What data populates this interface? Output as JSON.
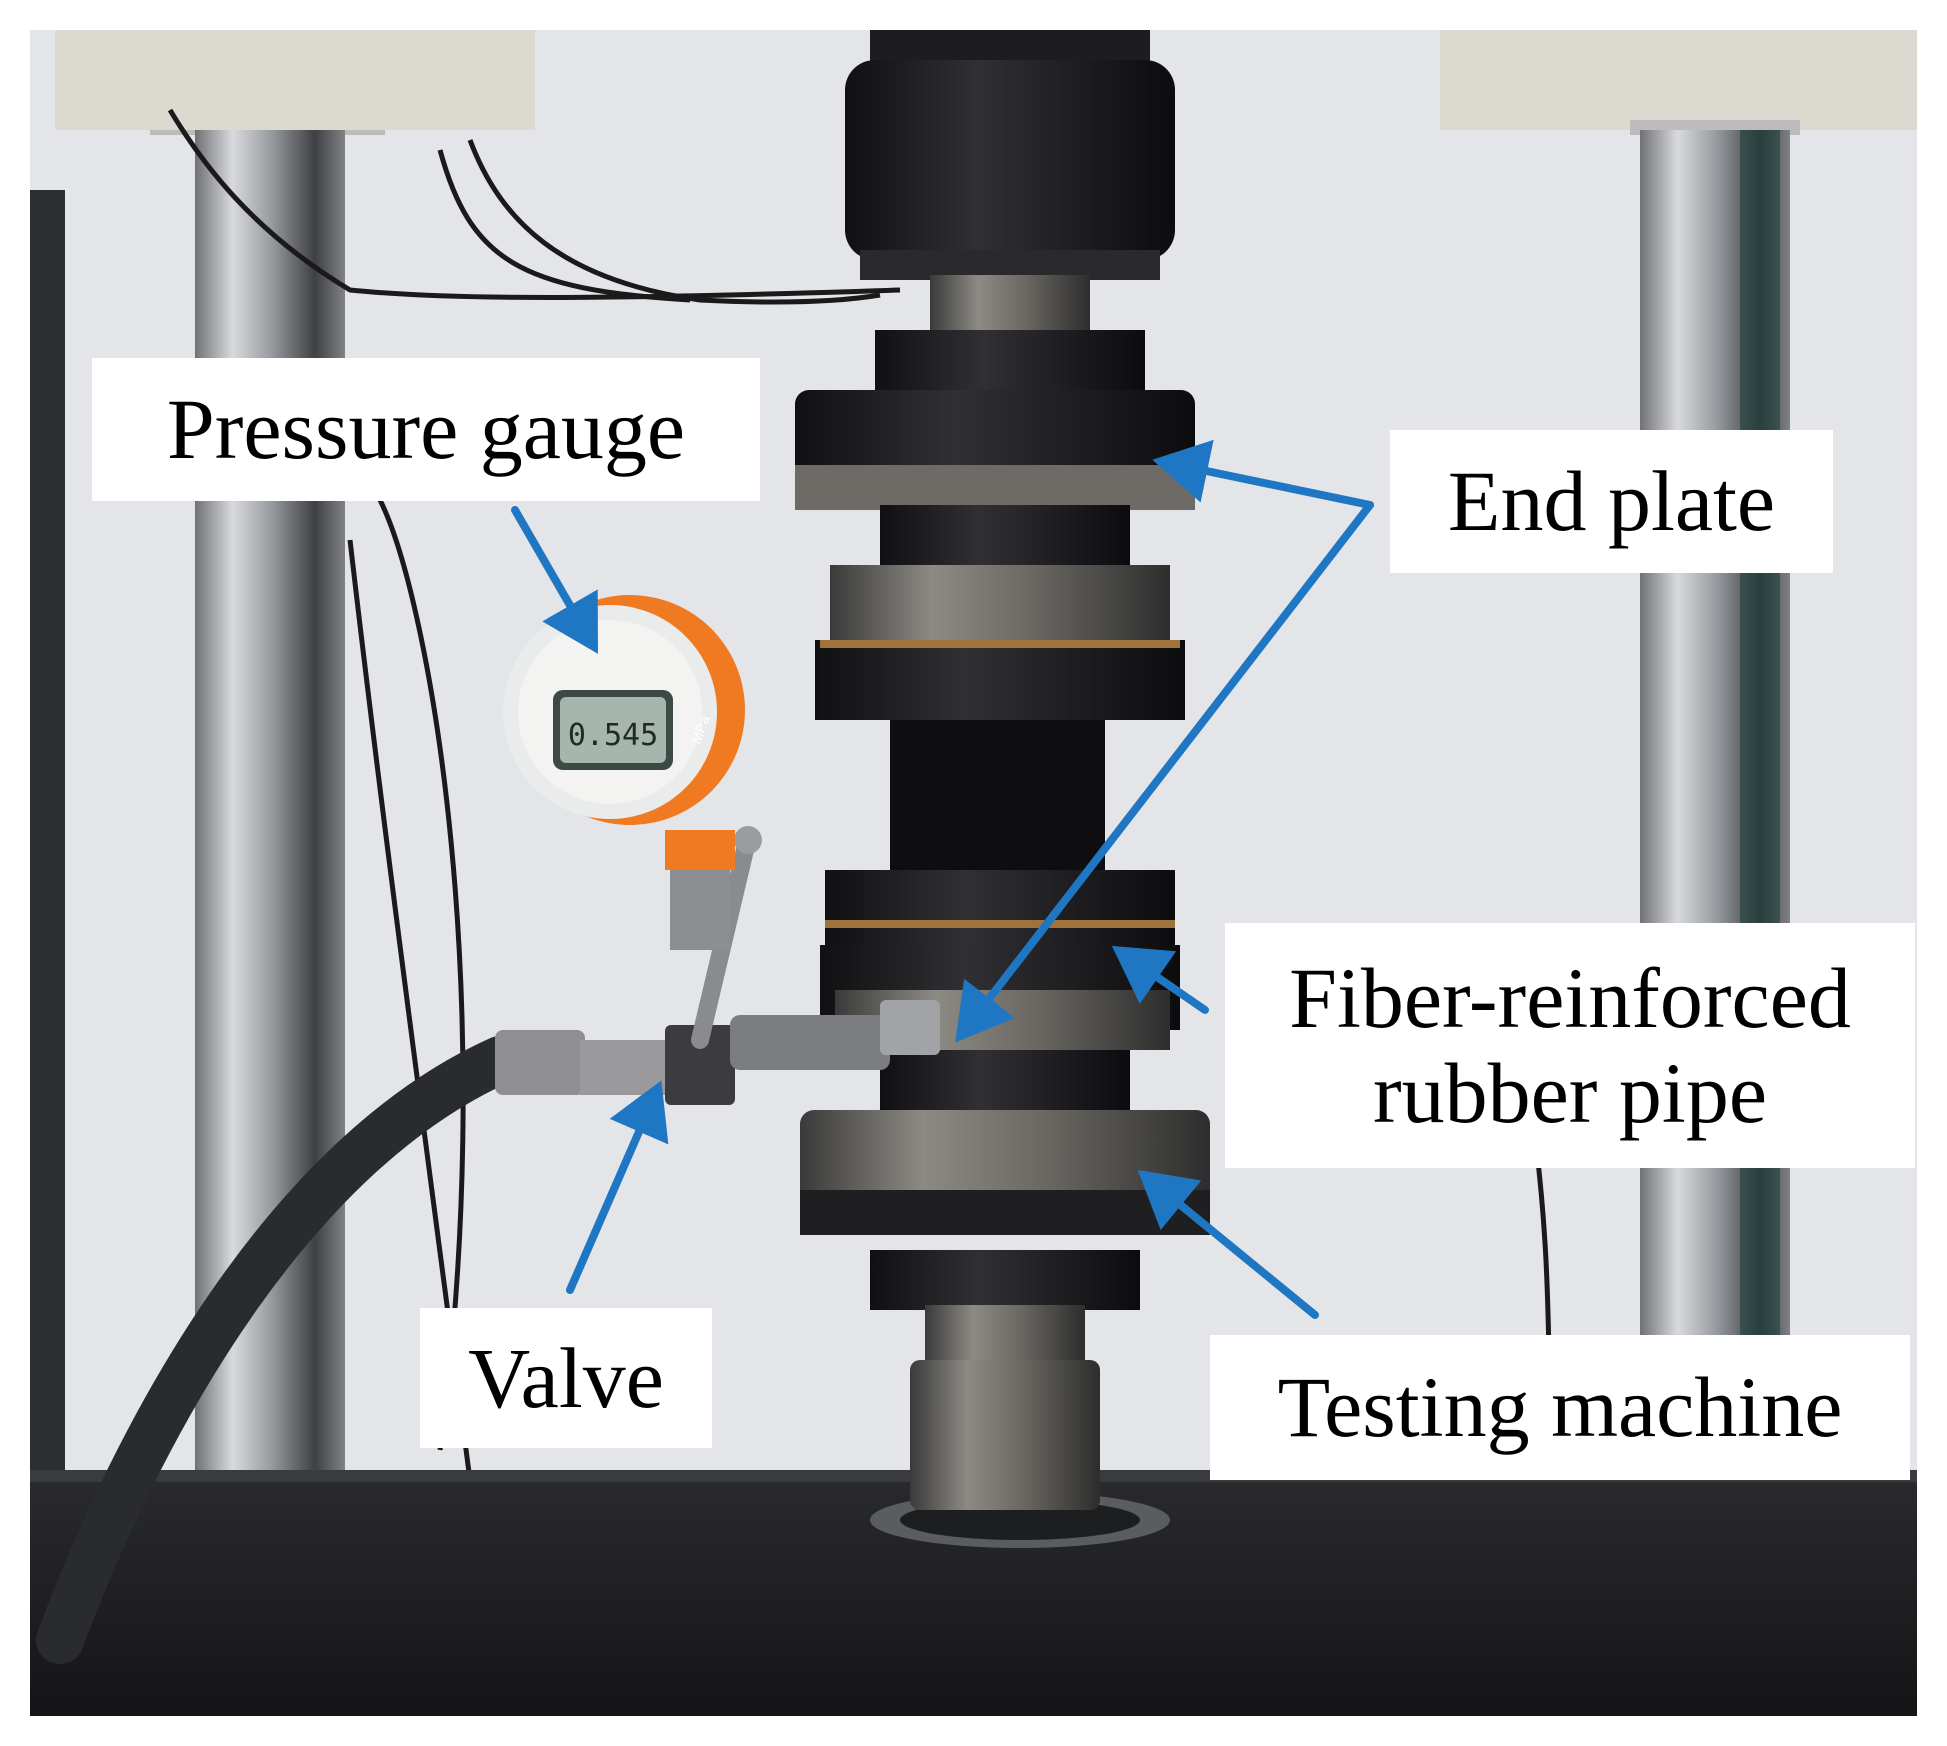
{
  "figure": {
    "labels": {
      "pressure_gauge": "Pressure gauge",
      "end_plate": "End plate",
      "fiber_line1": "Fiber-reinforced",
      "fiber_line2": "rubber pipe",
      "valve": "Valve",
      "testing_machine": "Testing machine"
    },
    "gauge_display": "0.545",
    "gauge_unit": "MPa",
    "colors": {
      "arrow": "#1f77c4",
      "background_wall": "#e6e7ea",
      "machine_dark": "#1c1c1e",
      "gauge_orange": "#ef7a22"
    }
  }
}
